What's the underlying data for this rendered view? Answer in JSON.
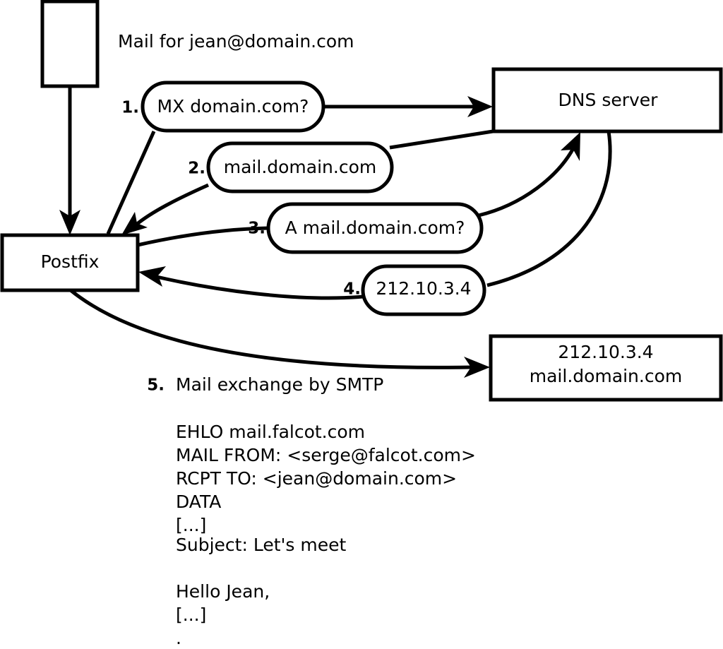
{
  "diagram": {
    "title_caption": "Mail for jean@domain.com",
    "nodes": [
      {
        "id": "mail-client",
        "label": ""
      },
      {
        "id": "postfix",
        "label": "Postfix"
      },
      {
        "id": "dns-server",
        "label": "DNS server"
      },
      {
        "id": "target-server",
        "line1": "212.10.3.4",
        "line2": "mail.domain.com"
      }
    ],
    "steps": [
      {
        "num": "1.",
        "label": "MX domain.com?"
      },
      {
        "num": "2.",
        "label": "mail.domain.com"
      },
      {
        "num": "3.",
        "label": "A mail.domain.com?"
      },
      {
        "num": "4.",
        "label": "212.10.3.4"
      }
    ],
    "step5": {
      "num": "5.",
      "label": "Mail exchange by SMTP"
    },
    "transcript": [
      "EHLO mail.falcot.com",
      "MAIL FROM: <serge@falcot.com>",
      "RCPT TO: <jean@domain.com>",
      "DATA",
      "[...]",
      "Subject: Let's meet",
      "",
      "Hello Jean,",
      "[...]",
      "."
    ],
    "colors": {
      "stroke": "#000000",
      "fill": "#ffffff",
      "background": "#ffffff"
    }
  }
}
